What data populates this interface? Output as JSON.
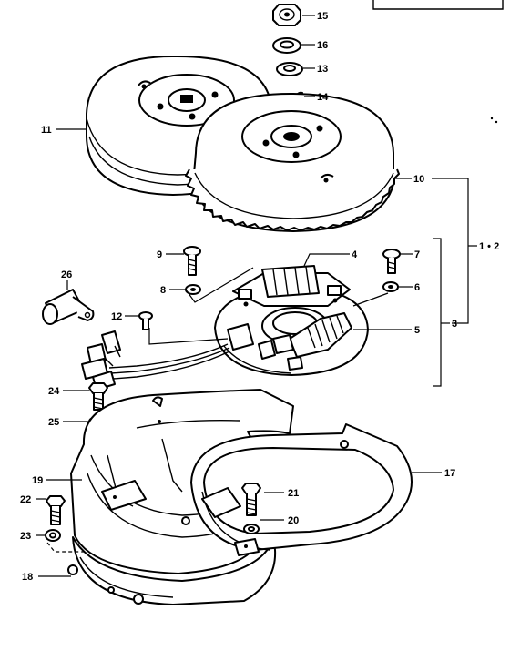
{
  "diagram": {
    "callouts": [
      {
        "id": "15",
        "text": "15"
      },
      {
        "id": "16",
        "text": "16"
      },
      {
        "id": "13",
        "text": "13"
      },
      {
        "id": "14",
        "text": "14"
      },
      {
        "id": "11",
        "text": "11"
      },
      {
        "id": "10",
        "text": "10"
      },
      {
        "id": "1-2",
        "text": "1 • 2"
      },
      {
        "id": "9",
        "text": "9"
      },
      {
        "id": "4",
        "text": "4"
      },
      {
        "id": "7",
        "text": "7"
      },
      {
        "id": "26",
        "text": "26"
      },
      {
        "id": "8",
        "text": "8"
      },
      {
        "id": "6",
        "text": "6"
      },
      {
        "id": "3",
        "text": "3"
      },
      {
        "id": "12",
        "text": "12"
      },
      {
        "id": "5",
        "text": "5"
      },
      {
        "id": "24",
        "text": "24"
      },
      {
        "id": "25",
        "text": "25"
      },
      {
        "id": "19",
        "text": "19"
      },
      {
        "id": "17",
        "text": "17"
      },
      {
        "id": "22",
        "text": "22"
      },
      {
        "id": "21",
        "text": "21"
      },
      {
        "id": "20",
        "text": "20"
      },
      {
        "id": "23",
        "text": "23"
      },
      {
        "id": "18",
        "text": "18"
      }
    ]
  }
}
